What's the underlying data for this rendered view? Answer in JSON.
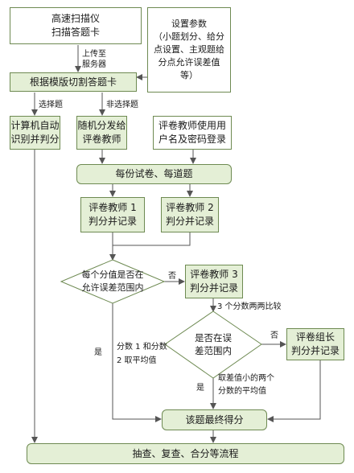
{
  "nodes": {
    "scanner": "高速扫描仪\n扫描答题卡",
    "params": "设置参数\n（小题划分、给分\n点设置、主观题给\n分点允许误差值\n等）",
    "cut": "根据模版切割答题卡",
    "auto": "计算机自动\n识别并判分",
    "random": "随机分发给\n评卷教师",
    "login": "评卷教师使用用\n户名及密码登录",
    "each": "每份试卷、每道题",
    "t1": "评卷教师 1\n判分并记录",
    "t2": "评卷教师 2\n判分并记录",
    "t3": "评卷教师 3\n判分并记录",
    "leader": "评卷组长\n判分并记录",
    "final": "该题最终得分",
    "review": "抽查、复查、合分等流程"
  },
  "decisions": {
    "d1": "每个分值是否在\n允许误差范围内",
    "d2": "是否在误\n差范围内"
  },
  "labels": {
    "upload": "上传至\n服务器",
    "choice": "选择题",
    "nonchoice": "非选择题",
    "no1": "否",
    "yes1": "是",
    "avg12": "分数 1 和分数\n2 取平均值",
    "compare": "3 个分数两两比较",
    "no2": "否",
    "yes2": "是",
    "avgmin": "取差值小的两个\n分数的平均值"
  },
  "colors": {
    "fill": "#e4efd6",
    "stroke": "#6e8a52",
    "arrow": "#555555"
  }
}
